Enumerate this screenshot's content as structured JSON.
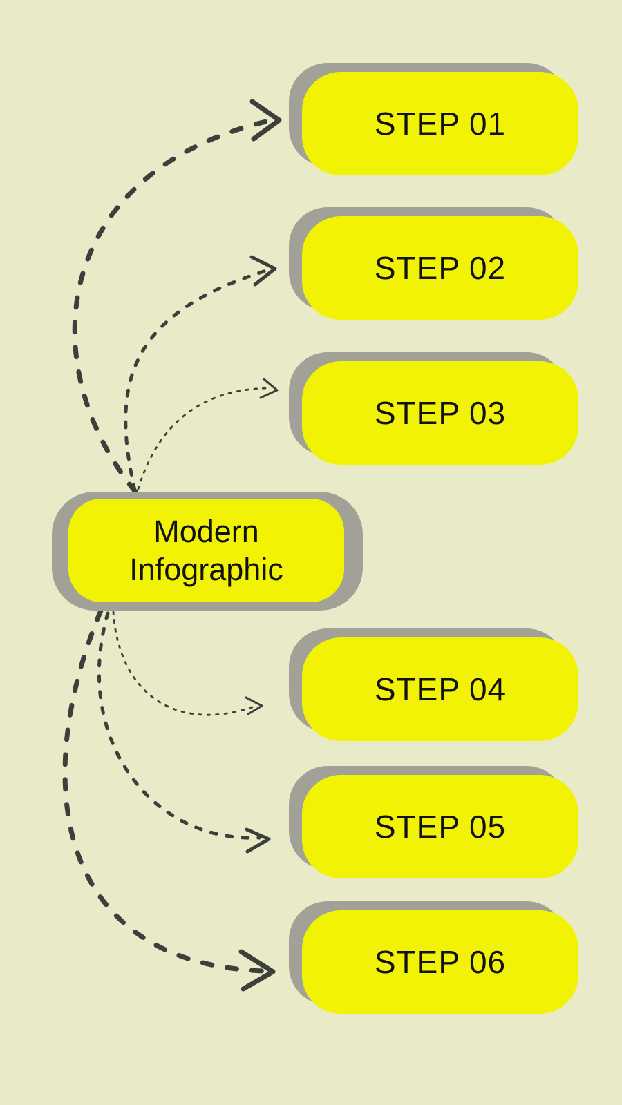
{
  "title": {
    "line1": "Modern",
    "line2": "Infographic"
  },
  "steps": [
    {
      "label": "STEP 01"
    },
    {
      "label": "STEP 02"
    },
    {
      "label": "STEP 03"
    },
    {
      "label": "STEP 04"
    },
    {
      "label": "STEP 05"
    },
    {
      "label": "STEP 06"
    }
  ],
  "colors": {
    "background": "#e9eac8",
    "box_fill": "#f2f304",
    "box_shadow": "#a1a197",
    "arrow": "#3d3f3b",
    "text": "#121212"
  }
}
